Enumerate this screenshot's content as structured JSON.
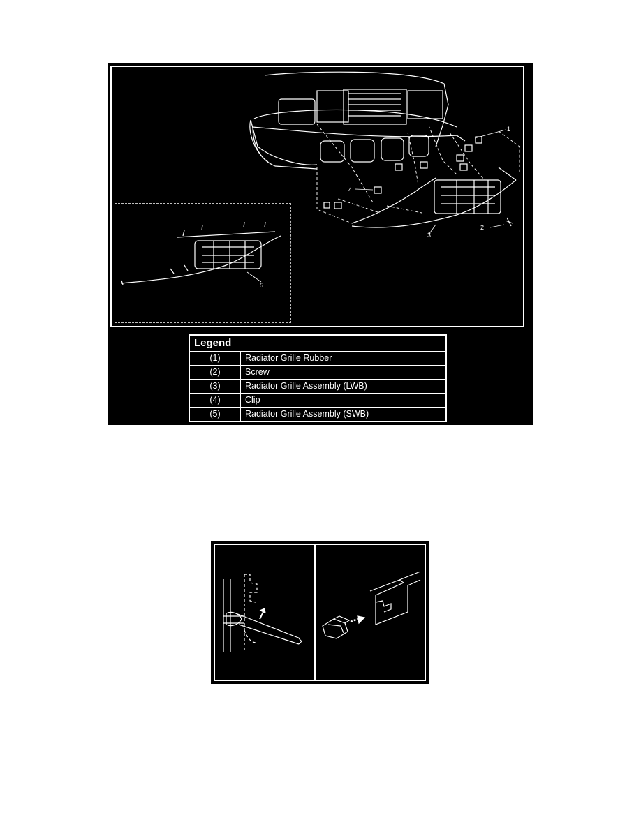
{
  "figure1": {
    "callouts": [
      "1",
      "2",
      "3",
      "4",
      "5"
    ],
    "legend": {
      "title": "Legend",
      "rows": [
        {
          "num": "(1)",
          "desc": "Radiator Grille Rubber"
        },
        {
          "num": "(2)",
          "desc": "Screw"
        },
        {
          "num": "(3)",
          "desc": "Radiator Grille Assembly (LWB)"
        },
        {
          "num": "(4)",
          "desc": "Clip"
        },
        {
          "num": "(5)",
          "desc": "Radiator Grille Assembly (SWB)"
        }
      ]
    }
  },
  "colors": {
    "background": "#000000",
    "linework": "#ffffff",
    "page": "#ffffff"
  }
}
